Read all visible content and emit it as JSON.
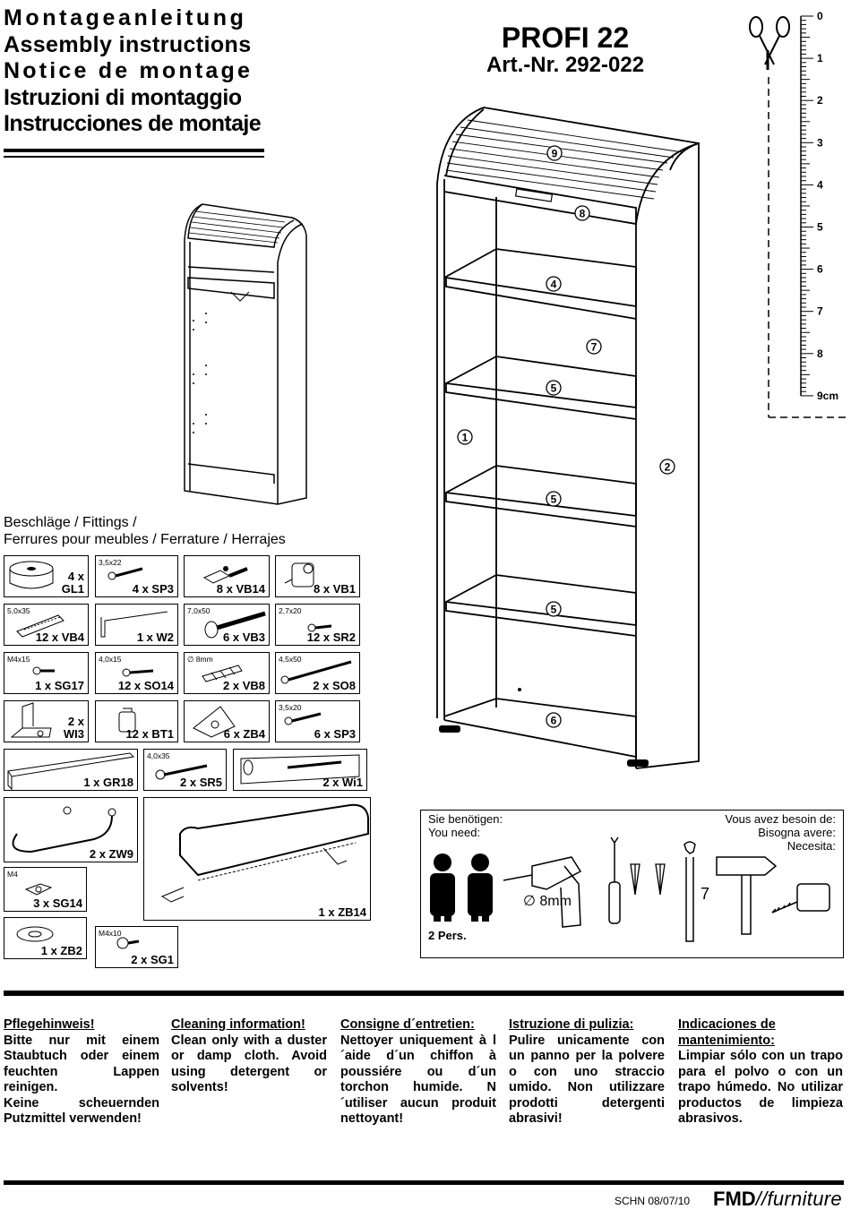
{
  "titles": {
    "de": "Montageanleitung",
    "en": "Assembly instructions",
    "fr": "Notice de montage",
    "it": "Istruzioni di montaggio",
    "es": "Instrucciones de montaje"
  },
  "product": {
    "name": "PROFI 22",
    "article": "Art.-Nr. 292-022"
  },
  "ruler": {
    "marks": [
      "0",
      "1",
      "2",
      "3",
      "4",
      "5",
      "6",
      "7",
      "8",
      "9cm"
    ]
  },
  "parts": [
    "1",
    "2",
    "4",
    "5",
    "5",
    "5",
    "6",
    "7",
    "8",
    "9"
  ],
  "fittings": {
    "heading_line1": "Beschläge / Fittings /",
    "heading_line2": "Ferrures pour meubles / Ferrature / Herrajes",
    "items": [
      {
        "spec": "",
        "label": "4 x\nGL1"
      },
      {
        "spec": "3,5x22",
        "label": "4 x SP3"
      },
      {
        "spec": "",
        "label": "8 x VB14"
      },
      {
        "spec": "",
        "label": "8 x VB1"
      },
      {
        "spec": "5,0x35",
        "label": "12 x VB4"
      },
      {
        "spec": "",
        "label": "1 x W2"
      },
      {
        "spec": "7,0x50",
        "label": "6 x VB3"
      },
      {
        "spec": "2,7x20",
        "label": "12 x SR2"
      },
      {
        "spec": "M4x15",
        "label": "1 x SG17"
      },
      {
        "spec": "4,0x15",
        "label": "12 x SO14"
      },
      {
        "spec": "∅ 8mm",
        "label": "2 x VB8"
      },
      {
        "spec": "4,5x50",
        "label": "2 x SO8"
      },
      {
        "spec": "",
        "label": "2 x\nWI3"
      },
      {
        "spec": "",
        "label": "12 x BT1"
      },
      {
        "spec": "",
        "label": "6 x ZB4"
      },
      {
        "spec": "3,5x20",
        "label": "6 x SP3"
      },
      {
        "spec": "",
        "label": "1 x GR18"
      },
      {
        "spec": "4,0x35",
        "label": "2 x SR5"
      },
      {
        "spec": "",
        "label": "2 x Wi1"
      },
      {
        "spec": "",
        "label": "2 x ZW9"
      },
      {
        "spec": "M4",
        "label": "3 x SG14"
      },
      {
        "spec": "",
        "label": "1 x ZB14"
      },
      {
        "spec": "",
        "label": "1 x ZB2"
      },
      {
        "spec": "M4x10",
        "label": "2 x SG1"
      }
    ]
  },
  "tools": {
    "need_de": "Sie benötigen:",
    "need_en": "You need:",
    "need_fr": "Vous avez besoin de:",
    "need_it": "Bisogna avere:",
    "need_es": "Necesita:",
    "persons": "2 Pers.",
    "drill": "∅ 8mm",
    "wrench": "7"
  },
  "cleaning": [
    {
      "heading": "Pflegehinweis!",
      "body": "Bitte nur mit einem Staubtuch oder einem feuchten Lappen reinigen.\nKeine scheuernden Putzmittel verwenden!"
    },
    {
      "heading": "Cleaning information!",
      "body": "Clean only with a duster or damp cloth. Avoid using detergent or solvents!"
    },
    {
      "heading": "Consigne d´entretien:",
      "body": "Nettoyer uniquement à l´aide d´un chiffon à poussiére ou d´un torchon humide. N´utiliser aucun produit nettoyant!"
    },
    {
      "heading": "Istruzione di pulizia:",
      "body": "Pulire unicamente con un panno per la polvere o con uno straccio umido. Non utilizzare prodotti detergenti abrasivi!"
    },
    {
      "heading": "Indicaciones de mantenimiento:",
      "body": "Limpiar sólo con un trapo para el polvo o con un trapo húmedo. No utilizar productos de limpieza abrasivos."
    }
  ],
  "footer": {
    "code": "SCHN 08/07/10",
    "brand_bold": "FMD",
    "brand_rest": "//furniture"
  }
}
